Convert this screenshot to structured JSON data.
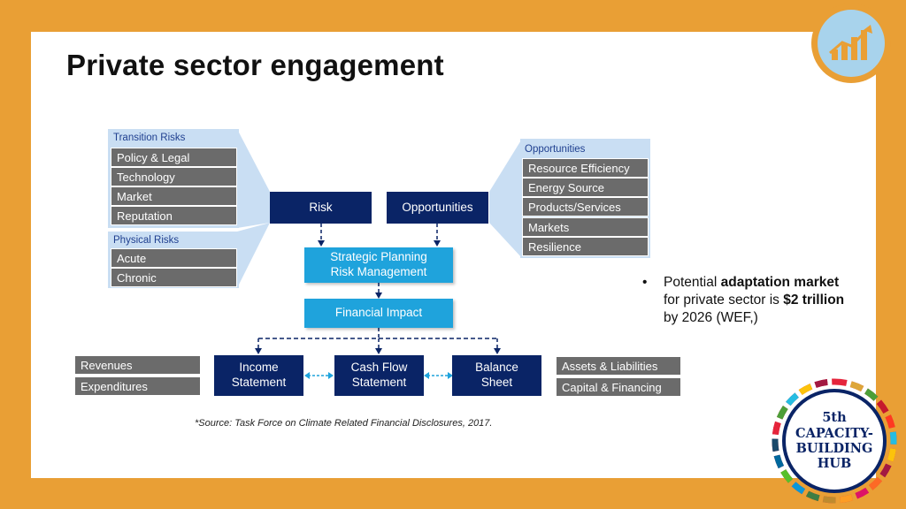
{
  "slide": {
    "title": "Private sector engagement"
  },
  "diagram": {
    "transition_risks": {
      "label": "Transition Risks",
      "items": [
        "Policy & Legal",
        "Technology",
        "Market",
        "Reputation"
      ]
    },
    "physical_risks": {
      "label": "Physical Risks",
      "items": [
        "Acute",
        "Chronic"
      ]
    },
    "opportunities_group": {
      "label": "Opportunities",
      "items": [
        "Resource Efficiency",
        "Energy Source",
        "Products/Services",
        "Markets",
        "Resilience"
      ]
    },
    "risk_box": "Risk",
    "opportunities_box": "Opportunities",
    "strategic_planning": [
      "Strategic Planning",
      "Risk Management"
    ],
    "financial_impact": "Financial Impact",
    "income_statement": [
      "Income",
      "Statement"
    ],
    "cash_flow_statement": [
      "Cash Flow",
      "Statement"
    ],
    "balance_sheet": [
      "Balance",
      "Sheet"
    ],
    "left_items": [
      "Revenues",
      "Expenditures"
    ],
    "right_items": [
      "Assets & Liabilities",
      "Capital & Financing"
    ],
    "source_note": "*Source: Task Force on Climate Related Financial Disclosures, 2017."
  },
  "bullet": {
    "dot": "•",
    "t1": "Potential ",
    "b1": "adaptation market",
    "t2": " for private sector is ",
    "b2": "$2 trillion",
    "t3": " by 2026 (WEF,)"
  },
  "hub_badge": {
    "lines": [
      "5th",
      "CAPACITY-",
      "BUILDING",
      "HUB"
    ]
  },
  "colors": {
    "background": "#E99F35",
    "navy": "#0A2466",
    "cyan": "#1FA3DC",
    "gray": "#6B6B6B",
    "panel": "#C9DEF3"
  },
  "icons": {
    "top_right": "growth-chart-icon"
  }
}
